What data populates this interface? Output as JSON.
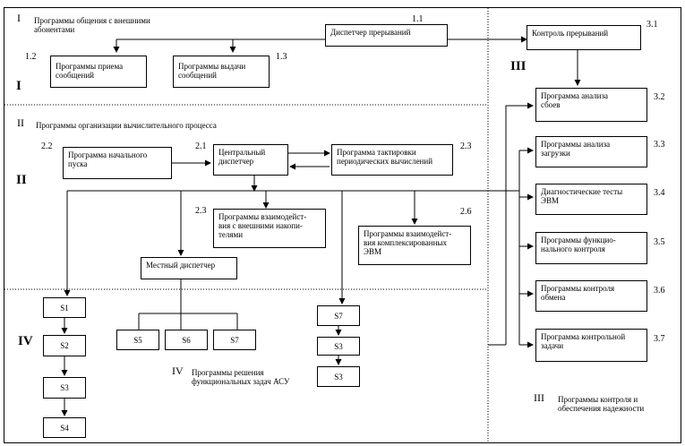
{
  "sec1": {
    "roman_top": "I",
    "title": "Программы общения с внешними\nабонентами",
    "roman_side": "I",
    "dispatcher": "Диспетчер прерываний",
    "receive": "Программы приема\nсообщений",
    "send": "Программы выдачи\nсообщений",
    "n_dispatcher": "1.1",
    "n_receive": "1.2",
    "n_send": "1.3"
  },
  "sec2": {
    "roman_top": "II",
    "title": "Программы организации вычислительного процесса",
    "roman_side": "II",
    "initial": "Программа начального\nпуска",
    "central": "Центральный\nдиспетчер",
    "clock": "Программа тактировки\nпериодических вычислений",
    "external": "Программы взаимодейст-\nвия с внешними накопи-\nтелями",
    "complex": "Программы взаимодейст-\nвия комплексированных\nЭВМ",
    "local": "Местный диспетчер",
    "n_initial": "2.2",
    "n_central": "2.1",
    "n_clock": "2.3",
    "n_external": "2.3",
    "n_complex": "2.6"
  },
  "sec3": {
    "roman_side": "III",
    "control": "Контроль прерываний",
    "failure": "Программа анализа\nсбоев",
    "load": "Программы анализа\nзагрузки",
    "tests": "Диагностические тесты\nЭВМ",
    "functional": "Программы функцио-\nнального контроля",
    "exchange": "Программы контроля\nобмена",
    "task": "Программа контрольной\nзадачи",
    "n_control": "3.1",
    "n_failure": "3.2",
    "n_load": "3.3",
    "n_tests": "3.4",
    "n_functional": "3.5",
    "n_exchange": "3.6",
    "n_task": "3.7",
    "footer_roman": "III",
    "footer": "Программы контроля и\nобеспечения надежности"
  },
  "sec4": {
    "roman_side": "IV",
    "footer_roman": "IV",
    "footer": "Программы решения\nфункциональных задач АСУ",
    "col1": [
      "S1",
      "S2",
      "S3",
      "S4"
    ],
    "local_children": [
      "S5",
      "S6",
      "S7"
    ],
    "col3": [
      "S7",
      "S3",
      "S3"
    ]
  }
}
